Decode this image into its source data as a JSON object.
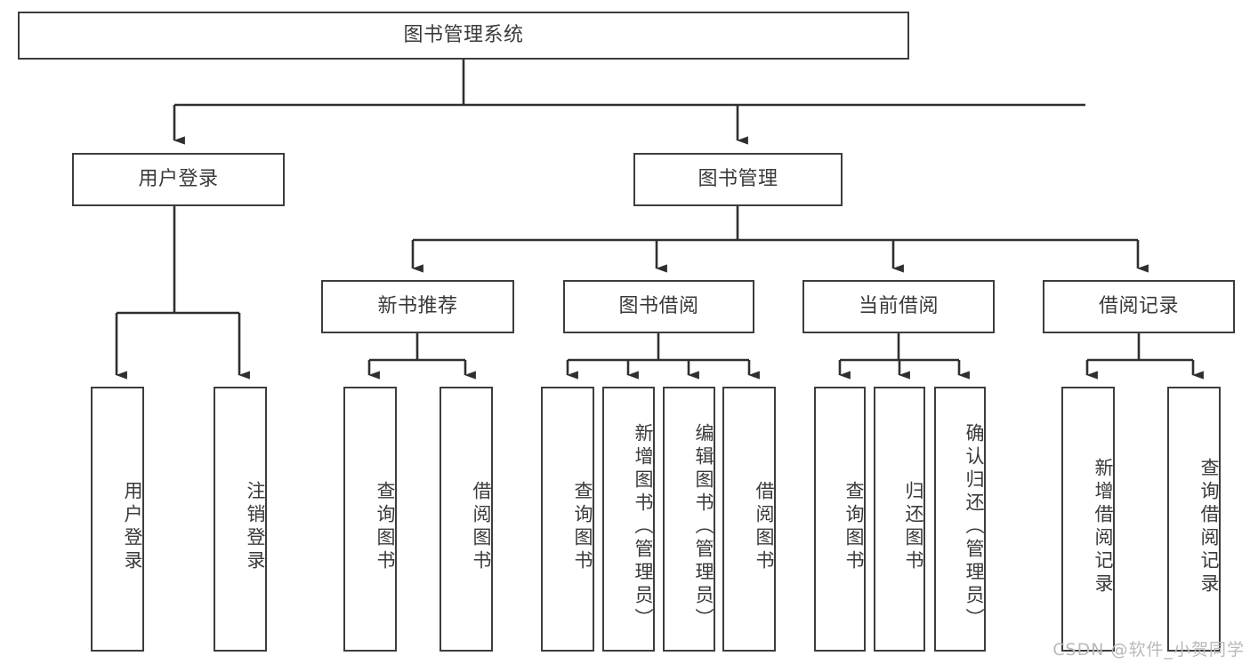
{
  "diagram": {
    "type": "tree",
    "title": "图书管理系统",
    "watermark": "CSDN @软件_小贺同学",
    "colors": {
      "box_border": "#3d3d3d",
      "box_fill": "#ffffff",
      "text": "#3a3a3a",
      "edge": "#2f2f2f",
      "watermark": "#b9b9b9",
      "background": "#ffffff"
    },
    "nodes": {
      "root": {
        "label": "图书管理系统"
      },
      "level2": [
        {
          "label": "用户登录"
        },
        {
          "label": "图书管理"
        }
      ],
      "level3": [
        {
          "label": "新书推荐"
        },
        {
          "label": "图书借阅"
        },
        {
          "label": "当前借阅"
        },
        {
          "label": "借阅记录"
        }
      ],
      "leaves_login": [
        {
          "label": "用户登录"
        },
        {
          "label": "注销登录"
        }
      ],
      "leaves_newbook": [
        {
          "label": "查询图书"
        },
        {
          "label": "借阅图书"
        }
      ],
      "leaves_borrow": [
        {
          "label": "查询图书"
        },
        {
          "label": "新增图书（管理员）"
        },
        {
          "label": "编辑图书（管理员）"
        },
        {
          "label": "借阅图书"
        }
      ],
      "leaves_current": [
        {
          "label": "查询图书"
        },
        {
          "label": "归还图书"
        },
        {
          "label": "确认归还（管理员）"
        }
      ],
      "leaves_record": [
        {
          "label": "新增借阅记录"
        },
        {
          "label": "查询借阅记录"
        }
      ]
    }
  }
}
